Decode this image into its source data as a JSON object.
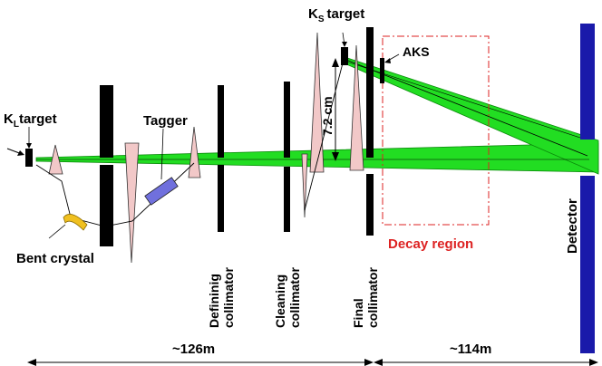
{
  "labels": {
    "kl_target": "K",
    "kl_target_sub": "L",
    "kl_target_suffix": "target",
    "ks_target": "K",
    "ks_target_sub": "S",
    "ks_target_suffix": "target",
    "tagger": "Tagger",
    "bent_crystal": "Bent crystal",
    "aks": "AKS",
    "separation": "7.2 cm",
    "decay_region": "Decay region",
    "detector": "Detector",
    "defining_collimator": [
      "Defininig",
      "collimator"
    ],
    "cleaning_collimator": [
      "Cleaning",
      "collimator"
    ],
    "final_collimator": [
      "Final",
      "collimator"
    ],
    "distance_left": "~126m",
    "distance_right": "~114m"
  },
  "colors": {
    "beam": "#22dd22",
    "beam_stroke": "#0a8a0a",
    "wedge": "#f2c8c8",
    "tagger": "#7070dd",
    "crystal": "#f0c020",
    "detector": "#1a1aaa",
    "decay_region": "#dd2222"
  }
}
